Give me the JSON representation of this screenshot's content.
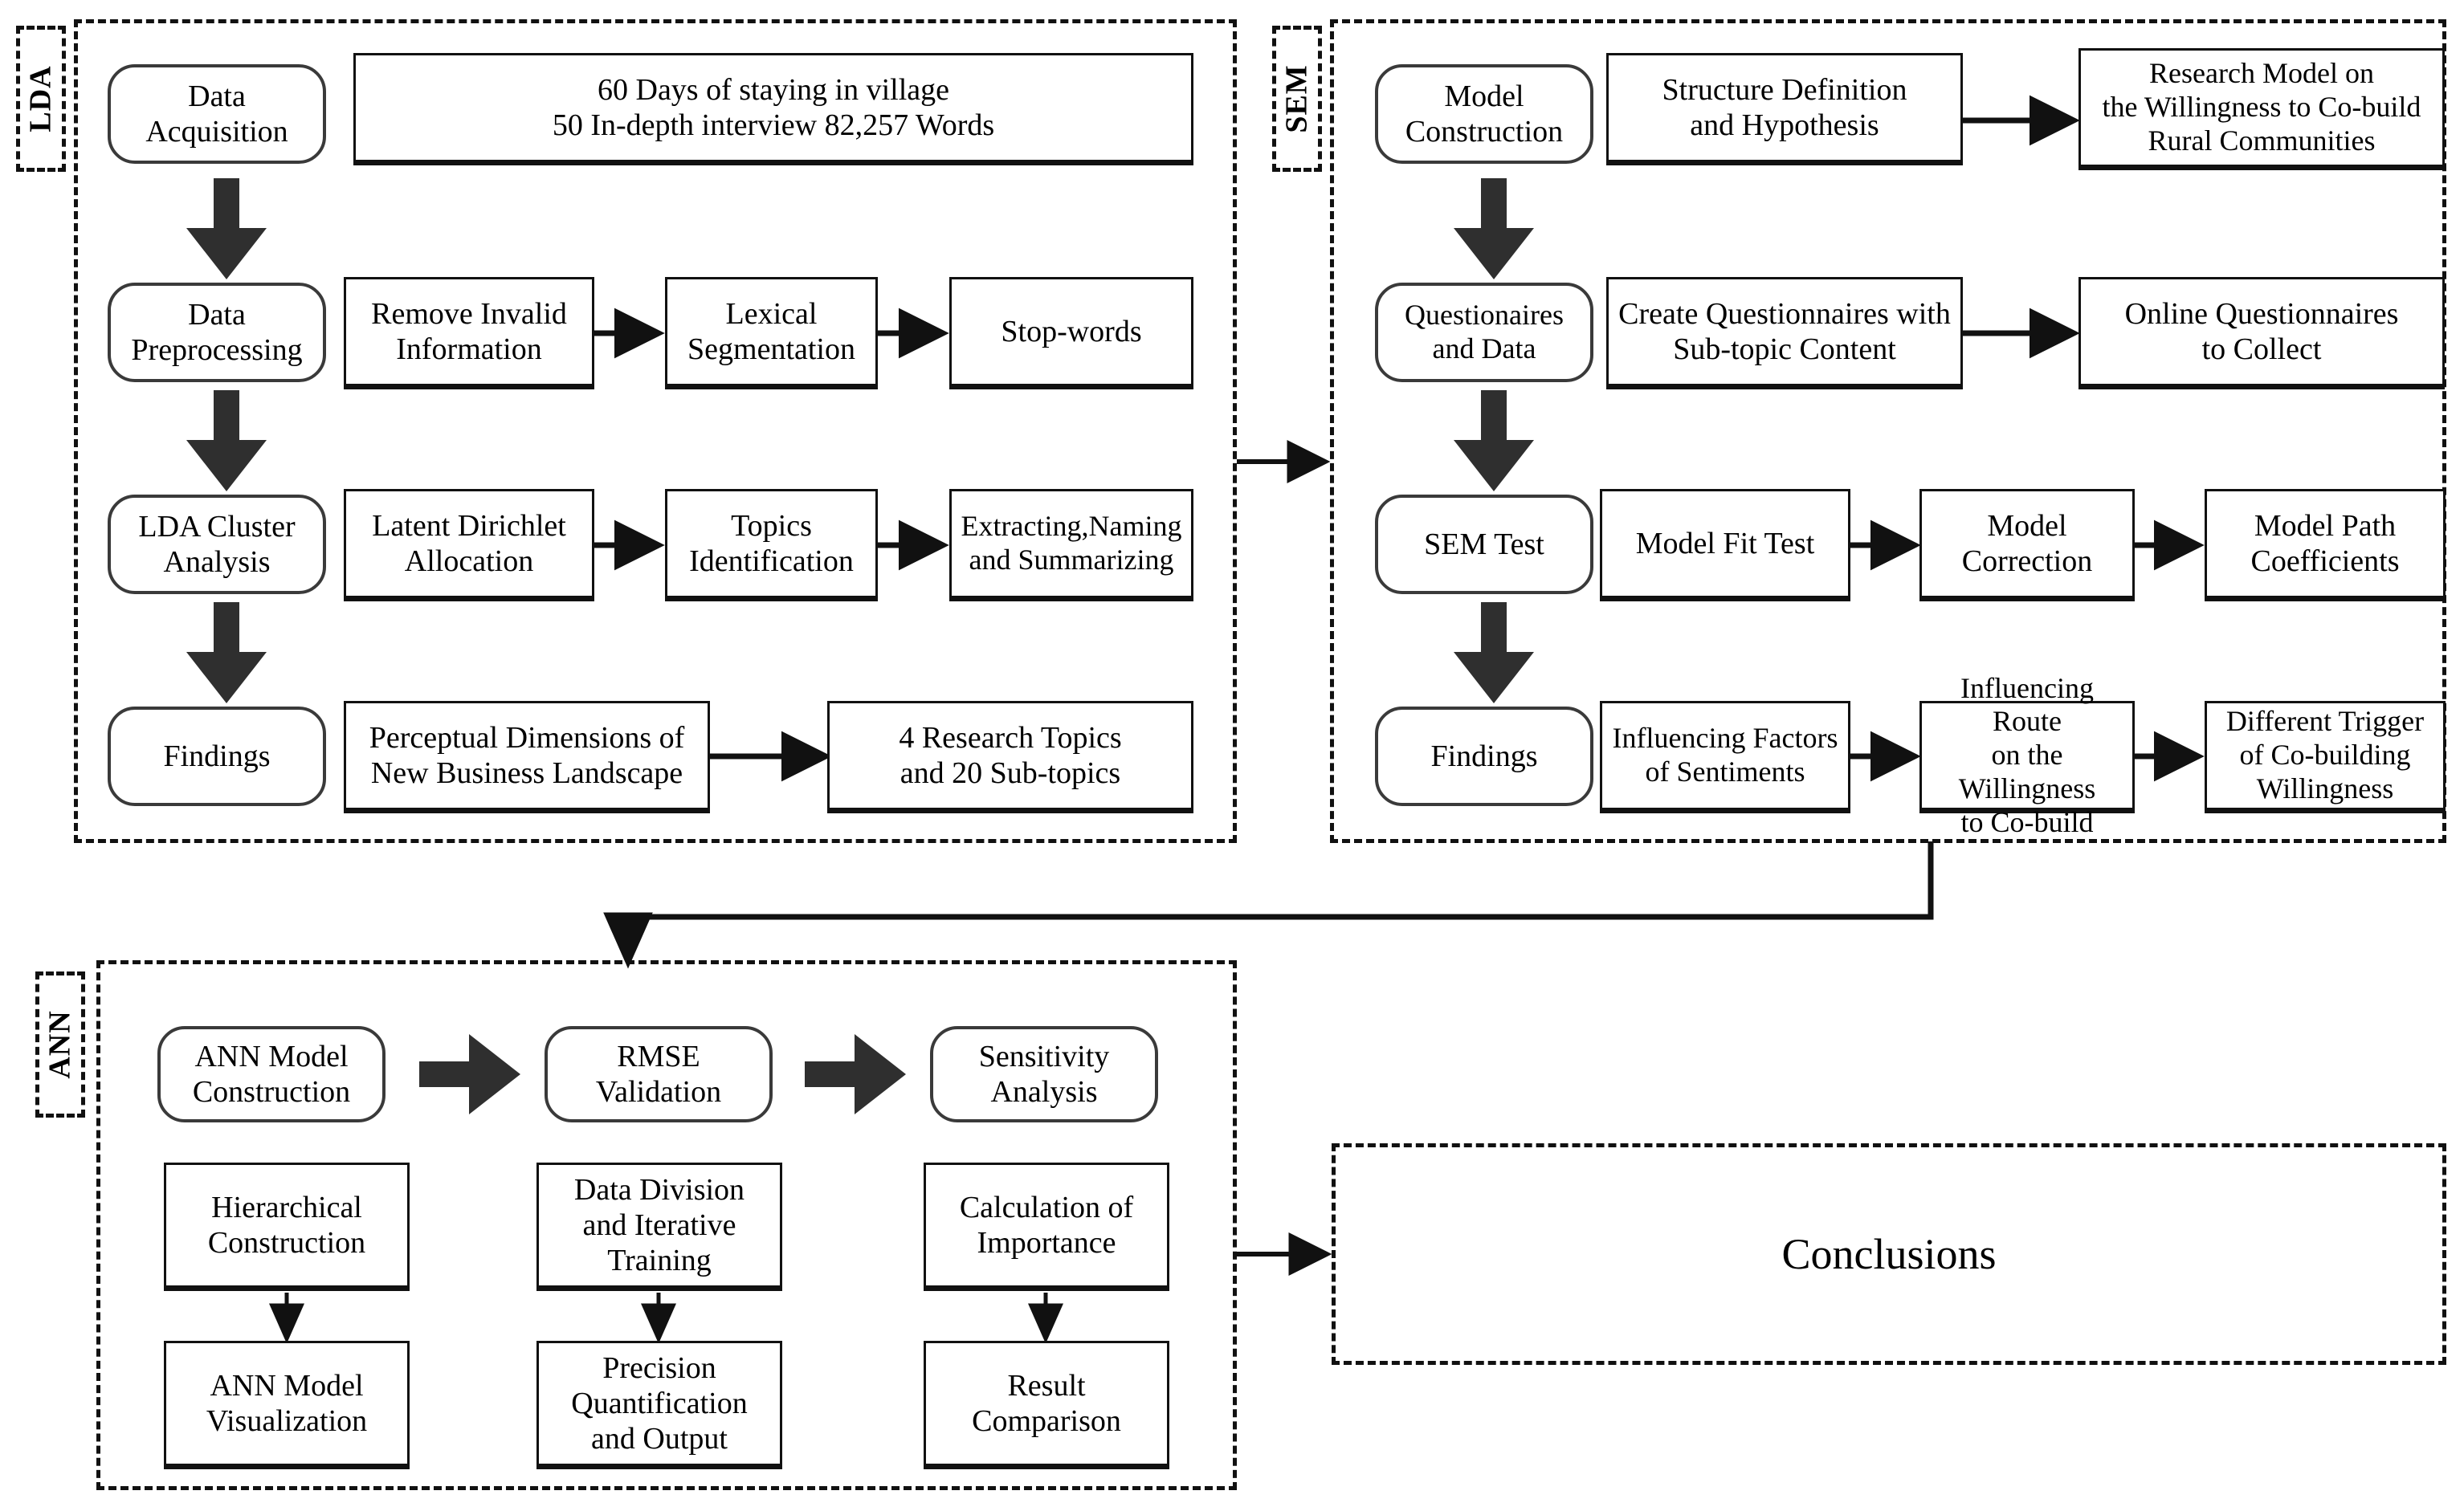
{
  "figure": {
    "title": "Research framework flowchart: LDA, SEM, ANN and Conclusions",
    "accent_color": "#111111",
    "rounded_border_color": "#3a3a3a"
  },
  "panels": {
    "lda": {
      "tag": "LDA",
      "rows": [
        {
          "stage": "Data\nAcquisition",
          "steps": [
            "60 Days of staying in village\n50 In-depth interview 82,257 Words"
          ]
        },
        {
          "stage": "Data\nPreprocessing",
          "steps": [
            "Remove Invalid\nInformation",
            "Lexical\nSegmentation",
            "Stop-words"
          ]
        },
        {
          "stage": "LDA Cluster\nAnalysis",
          "steps": [
            "Latent Dirichlet\nAllocation",
            "Topics\nIdentification",
            "Extracting,Naming\nand Summarizing"
          ]
        },
        {
          "stage": "Findings",
          "steps": [
            "Perceptual Dimensions of\nNew Business Landscape",
            "4 Research Topics\nand 20 Sub-topics"
          ]
        }
      ]
    },
    "sem": {
      "tag": "SEM",
      "rows": [
        {
          "stage": "Model\nConstruction",
          "steps": [
            "Structure Definition\nand Hypothesis",
            "Research Model on\nthe Willingness to Co-build\nRural Communities"
          ]
        },
        {
          "stage": "Questionaires\nand Data",
          "steps": [
            "Create Questionnaires with\nSub-topic Content",
            "Online Questionnaires\nto Collect"
          ]
        },
        {
          "stage": "SEM Test",
          "steps": [
            "Model Fit Test",
            "Model Correction",
            "Model Path\nCoefficients"
          ]
        },
        {
          "stage": "Findings",
          "steps": [
            "Influencing Factors\nof  Sentiments",
            "Influencing Route\non the Willingness\nto Co-build",
            "Different Trigger\nof Co-building\nWillingness"
          ]
        }
      ]
    },
    "ann": {
      "tag": "ANN",
      "top_row": [
        "ANN Model\nConstruction",
        "RMSE\nValidation",
        "Sensitivity\nAnalysis"
      ],
      "columns": [
        {
          "upper": "Hierarchical\nConstruction",
          "lower": "ANN Model\nVisualization"
        },
        {
          "upper": "Data Division\nand Iterative\nTraining",
          "lower": "Precision\nQuantification\nand Output"
        },
        {
          "upper": "Calculation of\nImportance",
          "lower": "Result\nComparison"
        }
      ]
    }
  },
  "conclusion": {
    "label": "Conclusions"
  }
}
